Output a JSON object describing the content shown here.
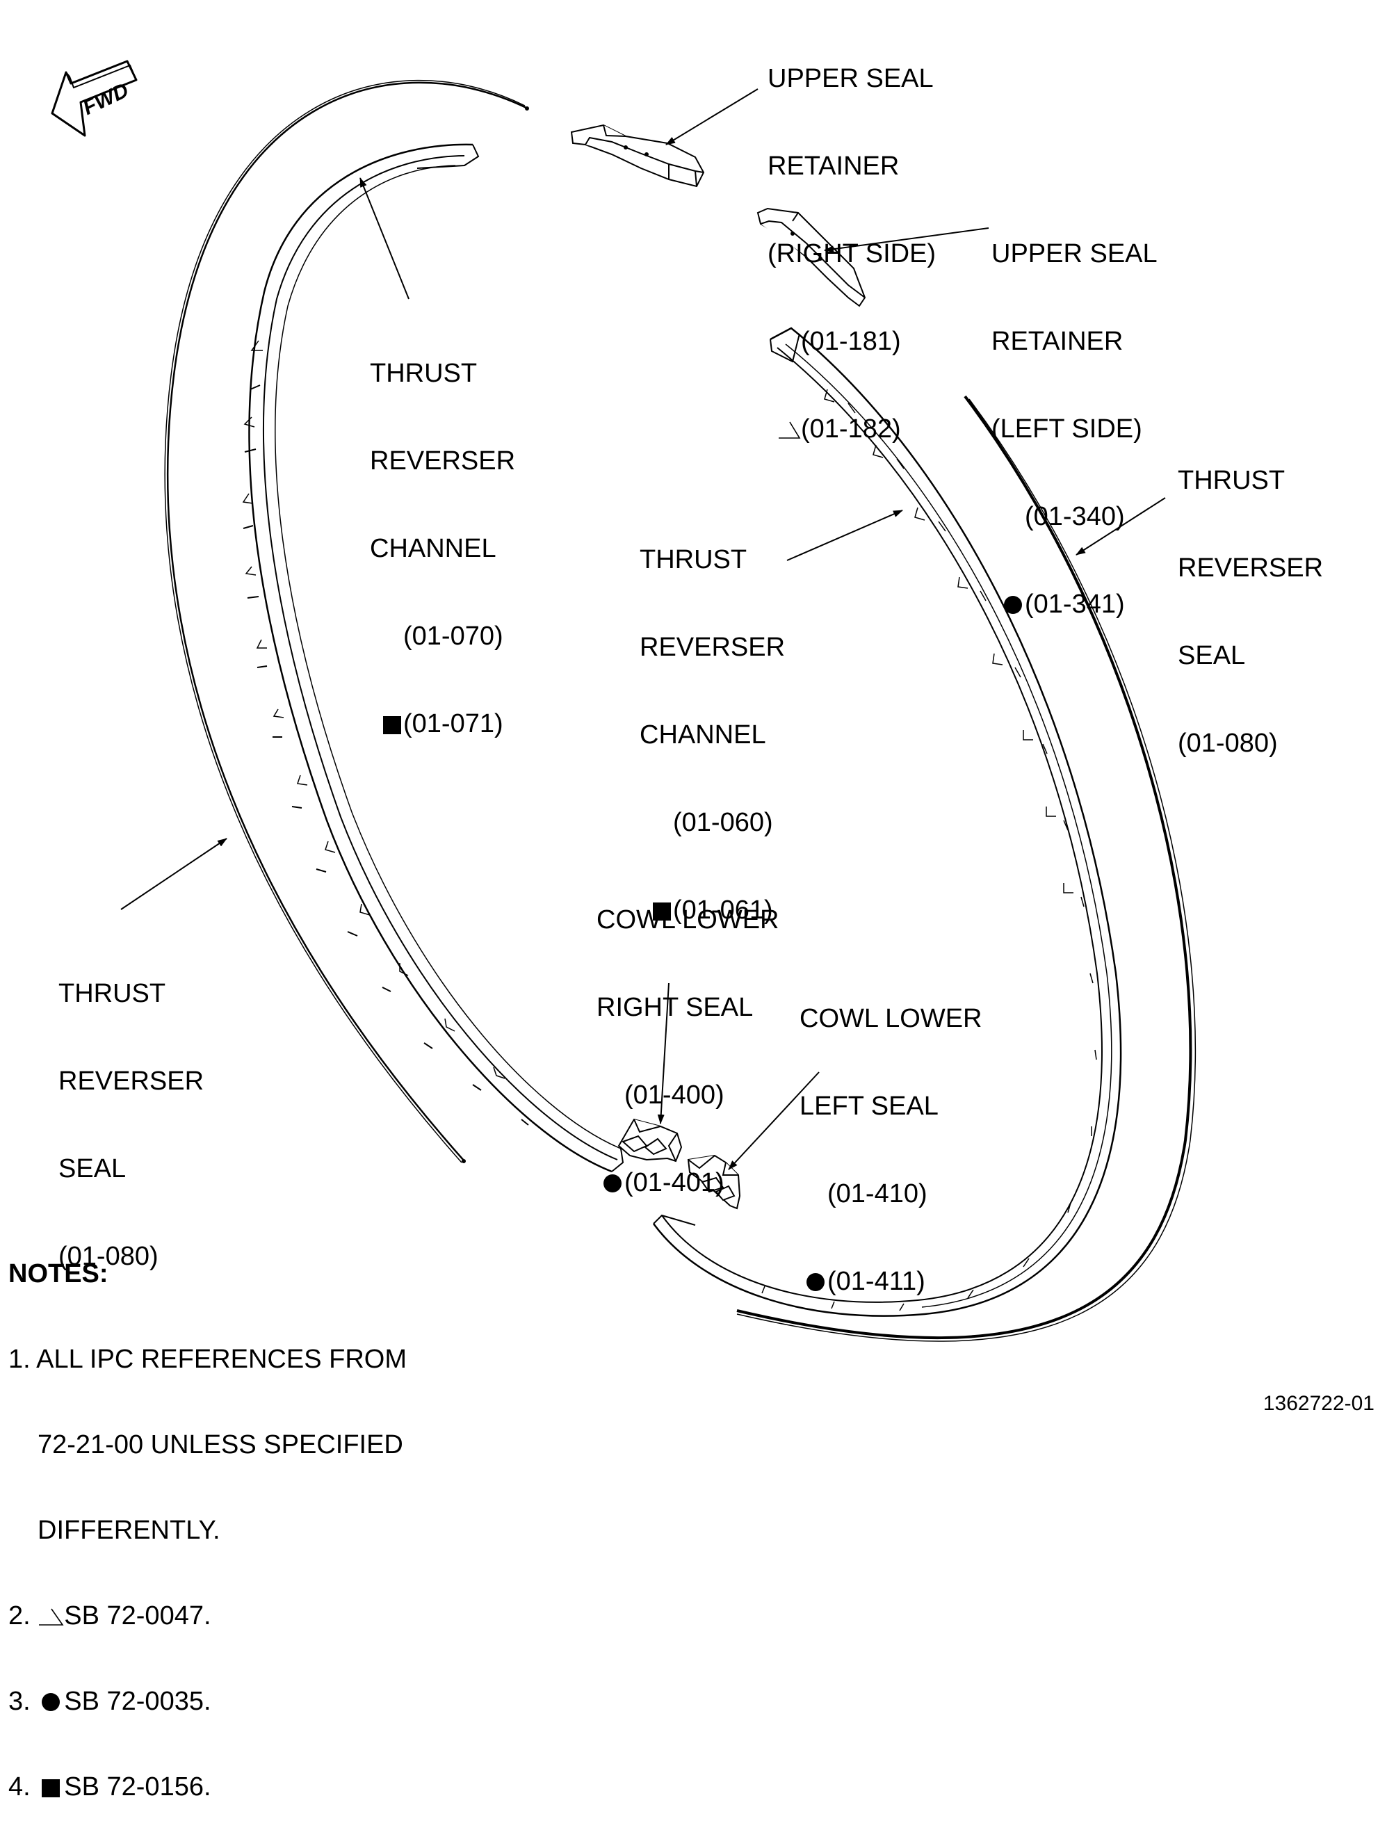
{
  "fwd": {
    "label": "FWD"
  },
  "callouts": {
    "upper_seal_retainer_right": {
      "lines": [
        "UPPER SEAL",
        "RETAINER",
        "(RIGHT SIDE)"
      ],
      "refs": [
        {
          "symbol": "",
          "code": "(01-181)"
        },
        {
          "symbol": "triangle",
          "code": "(01-182)"
        }
      ]
    },
    "upper_seal_retainer_left": {
      "lines": [
        "UPPER SEAL",
        "RETAINER",
        "(LEFT SIDE)"
      ],
      "refs": [
        {
          "symbol": "",
          "code": "(01-340)"
        },
        {
          "symbol": "circle",
          "code": "(01-341)"
        }
      ]
    },
    "thrust_reverser_channel_upper": {
      "lines": [
        "THRUST",
        "REVERSER",
        "CHANNEL"
      ],
      "refs": [
        {
          "symbol": "",
          "code": "(01-070)"
        },
        {
          "symbol": "square",
          "code": "(01-071)"
        }
      ]
    },
    "thrust_reverser_channel_right": {
      "lines": [
        "THRUST",
        "REVERSER",
        "CHANNEL"
      ],
      "refs": [
        {
          "symbol": "",
          "code": "(01-060)"
        },
        {
          "symbol": "square",
          "code": "(01-061)"
        }
      ]
    },
    "thrust_reverser_seal_right": {
      "lines": [
        "THRUST",
        "REVERSER",
        "SEAL",
        "(01-080)"
      ]
    },
    "thrust_reverser_seal_left": {
      "lines": [
        "THRUST",
        "REVERSER",
        "SEAL",
        "(01-080)"
      ]
    },
    "cowl_lower_right_seal": {
      "lines": [
        "COWL LOWER",
        "RIGHT SEAL"
      ],
      "refs": [
        {
          "symbol": "",
          "code": "(01-400)"
        },
        {
          "symbol": "circle",
          "code": "(01-401)"
        }
      ]
    },
    "cowl_lower_left_seal": {
      "lines": [
        "COWL LOWER",
        "LEFT SEAL"
      ],
      "refs": [
        {
          "symbol": "",
          "code": "(01-410)"
        },
        {
          "symbol": "circle",
          "code": "(01-411)"
        }
      ]
    }
  },
  "notes": {
    "heading": "NOTES:",
    "items": [
      {
        "num": "1.",
        "lines": [
          "ALL IPC REFERENCES FROM",
          "72-21-00 UNLESS SPECIFIED",
          "DIFFERENTLY."
        ]
      },
      {
        "num": "2.",
        "symbol": "triangle",
        "text": "SB 72-0047."
      },
      {
        "num": "3.",
        "symbol": "circle",
        "text": "SB 72-0035."
      },
      {
        "num": "4.",
        "symbol": "square",
        "text": "SB 72-0156."
      }
    ]
  },
  "figure_number": "1362722-01"
}
